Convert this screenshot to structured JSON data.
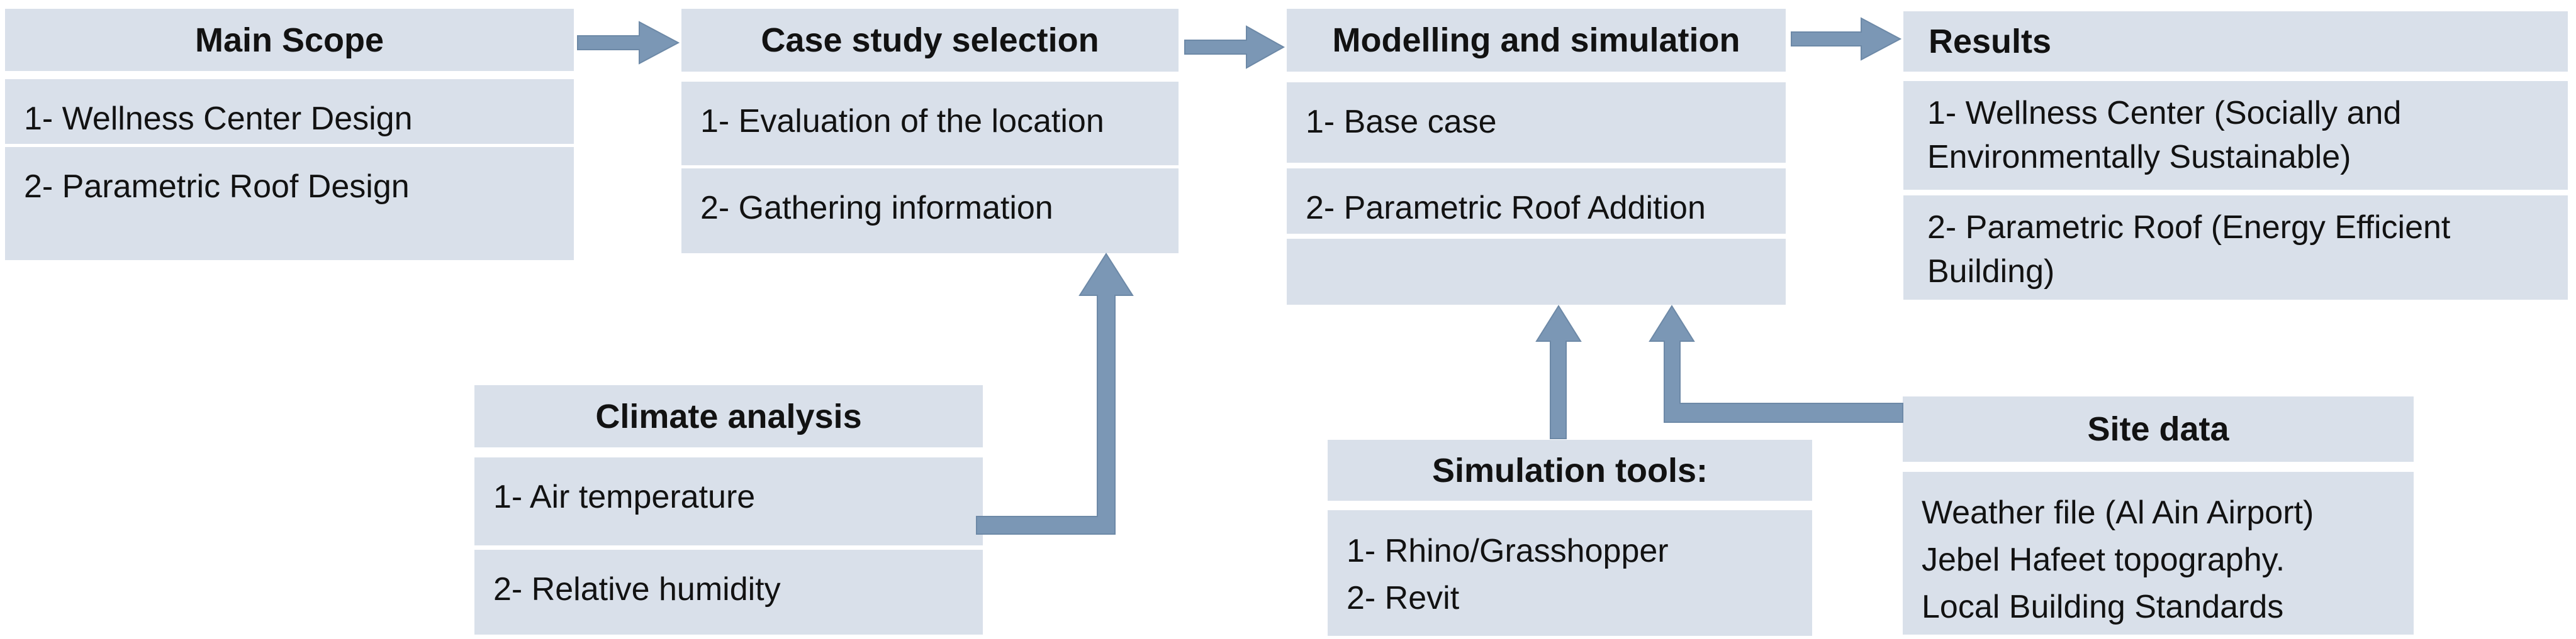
{
  "theme": {
    "box_fill": "#d9e0ea",
    "arrow_color": "#7b97b5",
    "arrow_edge": "#6d89a7",
    "text_color": "#121212",
    "bg": "#ffffff"
  },
  "flow": {
    "main_scope": {
      "title": "Main Scope",
      "items": [
        "1- Wellness Center Design",
        "2- Parametric Roof Design"
      ]
    },
    "case_study": {
      "title": "Case study selection",
      "items": [
        "1- Evaluation of the location",
        "2- Gathering information"
      ]
    },
    "modelling": {
      "title": "Modelling and simulation",
      "items": [
        "1- Base case",
        "2- Parametric Roof Addition",
        ""
      ]
    },
    "results": {
      "title": "Results",
      "items": [
        "1- Wellness Center (Socially and Environmentally Sustainable)",
        "2- Parametric Roof (Energy Efficient Building)"
      ]
    },
    "climate": {
      "title": "Climate analysis",
      "items": [
        "1- Air temperature",
        "2- Relative humidity"
      ]
    },
    "sim_tools": {
      "title": "Simulation tools:",
      "items": [
        "1- Rhino/Grasshopper",
        "2- Revit"
      ]
    },
    "site_data": {
      "title": "Site data",
      "items": [
        "Weather file (Al Ain Airport)",
        "Jebel Hafeet topography.",
        "Local Building Standards"
      ]
    }
  }
}
